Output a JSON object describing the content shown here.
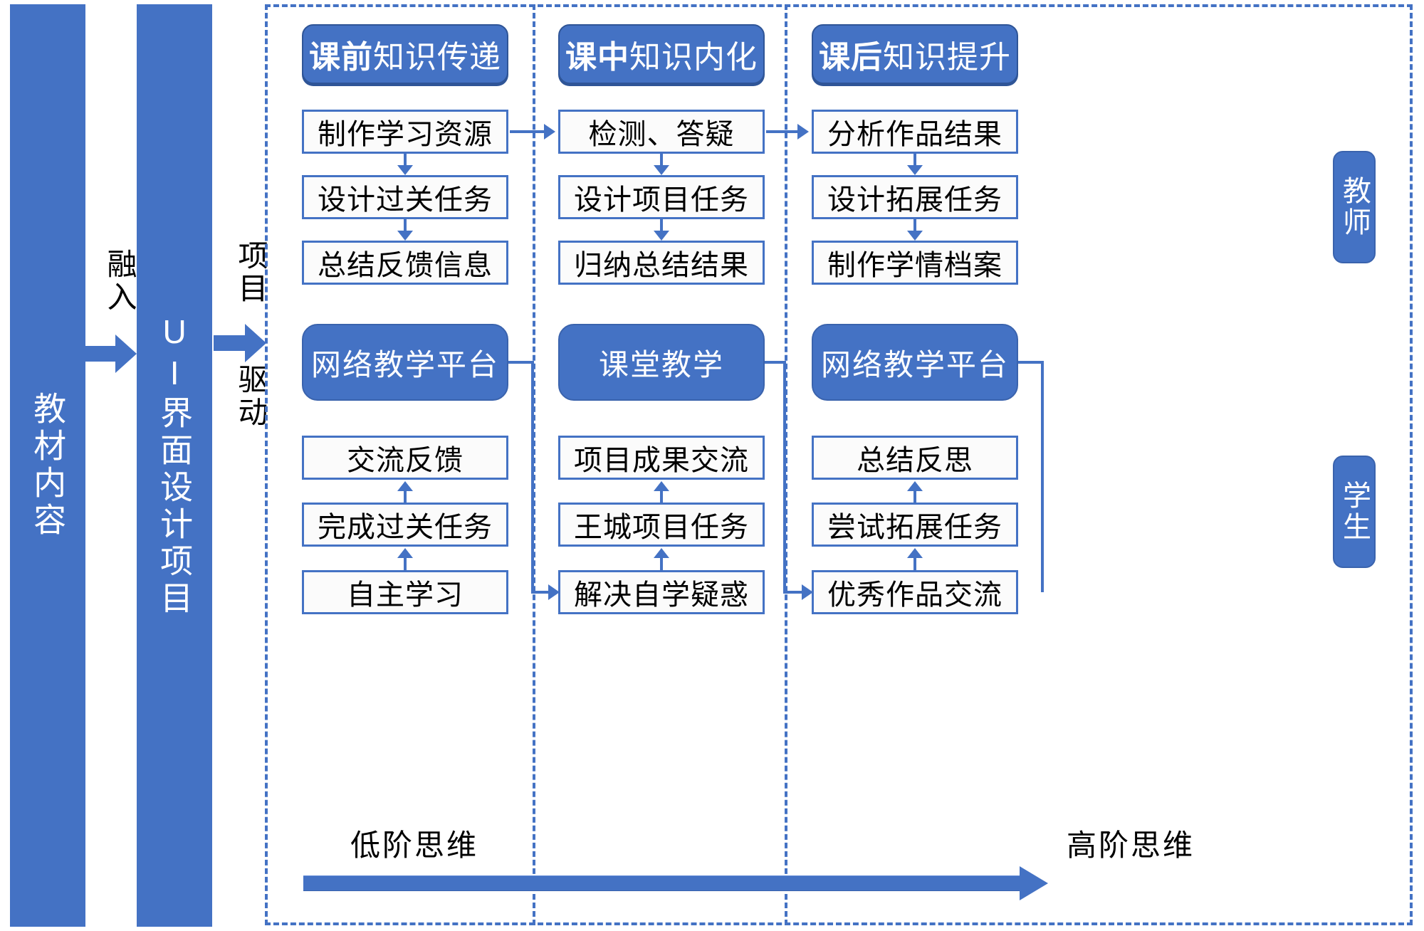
{
  "left_flow": {
    "textbook_bar": "教材内容",
    "integrate_label": "融入",
    "project_bar": "UI界面设计项目",
    "project_label": "项目",
    "drive_label": "驱动"
  },
  "roles": {
    "teacher": "教师",
    "student": "学生"
  },
  "thinking": {
    "low": "低阶思维",
    "high": "高阶思维"
  },
  "phases": [
    {
      "header_bold": "课前",
      "header_rest": "知识传递",
      "teacher_steps": [
        "制作学习资源",
        "设计过关任务",
        "总结反馈信息"
      ],
      "platform": "网络教学平台",
      "student_steps": [
        "交流反馈",
        "完成过关任务",
        "自主学习"
      ]
    },
    {
      "header_bold": "课中",
      "header_rest": "知识内化",
      "teacher_steps": [
        "检测、答疑",
        "设计项目任务",
        "归纳总结结果"
      ],
      "platform": "课堂教学",
      "student_steps": [
        "项目成果交流",
        "王城项目任务",
        "解决自学疑惑"
      ]
    },
    {
      "header_bold": "课后",
      "header_rest": "知识提升",
      "teacher_steps": [
        "分析作品结果",
        "设计拓展任务",
        "制作学情档案"
      ],
      "platform": "网络教学平台",
      "student_steps": [
        "总结反思",
        "尝试拓展任务",
        "优秀作品交流"
      ]
    }
  ],
  "colors": {
    "accent": "#4472c4",
    "accent_dark": "#2f5597",
    "box_bg": "#fbfbfb"
  }
}
